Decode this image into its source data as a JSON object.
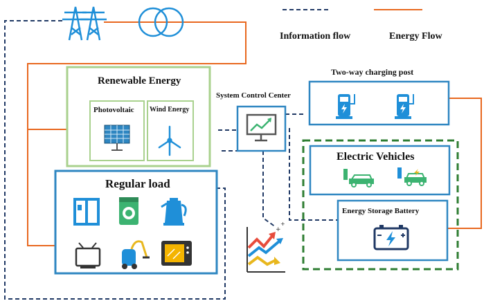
{
  "legend": {
    "information_flow": "Information flow",
    "energy_flow": "Energy Flow"
  },
  "renewable": {
    "title": "Renewable Energy",
    "photovoltaic": "Photovoltaic",
    "wind": "Wind Energy"
  },
  "control_center": {
    "title": "System Control Center"
  },
  "charging": {
    "title": "Two-way charging post"
  },
  "ev": {
    "title": "Electric Vehicles"
  },
  "battery": {
    "title": "Energy Storage Battery"
  },
  "load": {
    "title": "Regular load"
  },
  "icons": {
    "grid": "power-tower-icon",
    "transformer": "transformer-icon",
    "solar": "solar-panel-icon",
    "wind": "wind-turbine-icon",
    "monitor": "monitor-chart-icon",
    "charger": "charging-station-icon",
    "ev": "ev-charging-icon",
    "battery": "battery-icon",
    "fridge": "fridge-icon",
    "washer": "washing-machine-icon",
    "kettle": "kettle-icon",
    "tv": "tv-icon",
    "vacuum": "vacuum-icon",
    "microwave": "microwave-icon",
    "trend": "trend-arrows-icon"
  },
  "colors": {
    "energy_line": "#e8671e",
    "info_line": "#1f3864",
    "green_border": "#a9d18e",
    "blue_border": "#2e86c1",
    "dark_green_dash": "#2e7d32",
    "icon_blue": "#1f8fd8",
    "icon_green": "#3cb371"
  }
}
